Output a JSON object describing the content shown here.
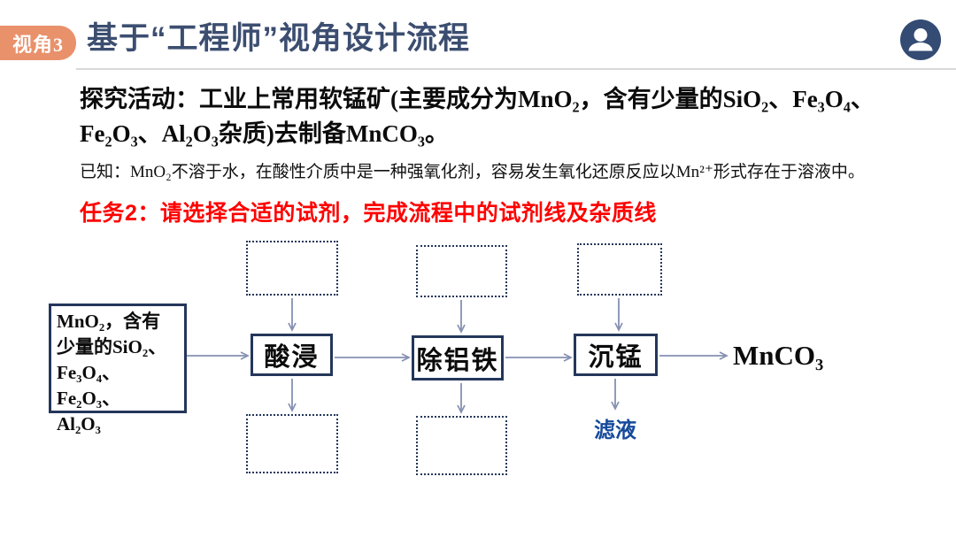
{
  "header": {
    "badge": "视角3",
    "title": "基于“工程师”视角设计流程",
    "avatar_icon": "person-icon"
  },
  "activity": {
    "line1": "探究活动：工业上常用软锰矿(主要成分为MnO₂，含有少量的SiO₂、Fe₃O₄、",
    "line2": "Fe₂O₃、Al₂O₃杂质)去制备MnCO₃。"
  },
  "known_note": "已知：MnO₂不溶于水，在酸性介质中是一种强氧化剂，容易发生氧化还原反应以Mn²⁺形式存在于溶液中。",
  "task": "任务2：请选择合适的试剂，完成流程中的试剂线及杂质线",
  "flow": {
    "source": {
      "lines": [
        "MnO₂，含有",
        "少量的SiO₂、",
        "Fe₃O₄、Fe₂O₃、",
        "Al₂O₃"
      ]
    },
    "steps": [
      "酸浸",
      "除铝铁",
      "沉锰"
    ],
    "product": "MnCO₃",
    "filtrate": "滤液"
  },
  "colors": {
    "badge_bg": "#E8916B",
    "title": "#3C4E70",
    "task_red": "#FF0000",
    "box_border": "#24365A",
    "arrow": "#8590B2",
    "filtrate_blue": "#164A9B",
    "avatar_navy": "#344B73",
    "divider_gray": "#D8D8D8"
  }
}
